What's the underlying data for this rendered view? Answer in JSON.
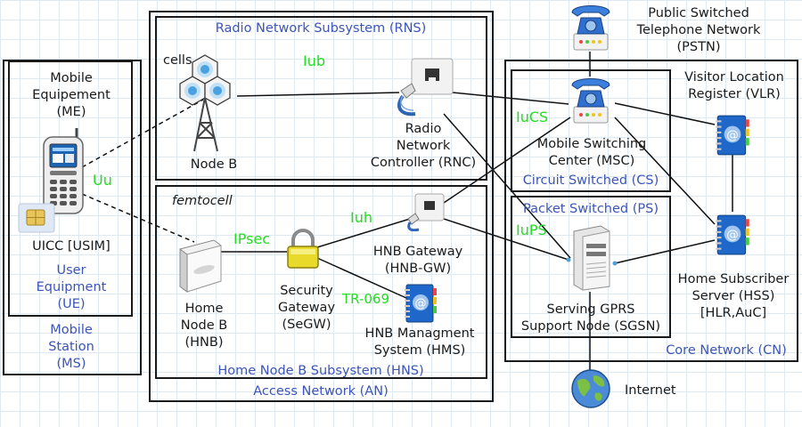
{
  "boxes": {
    "mobile_station": "Mobile\nStation\n(MS)",
    "user_equipment": "User\nEquipment\n(UE)",
    "access_network": "Access Network (AN)",
    "rns": "Radio Network Subsystem (RNS)",
    "hns": "Home Node B Subsystem (HNS)",
    "core_network": "Core Network (CN)",
    "circuit_switched": "Circuit Switched (CS)",
    "packet_switched": "Packet Switched (PS)"
  },
  "nodes": {
    "mobile_equipment": "Mobile\nEquipement\n(ME)",
    "uicc": "UICC [USIM]",
    "cells": "cells",
    "node_b": "Node B",
    "rnc": "Radio\nNetwork\nController (RNC)",
    "femtocell": "femtocell",
    "hnb": "Home\nNode B\n(HNB)",
    "segw": "Security\nGateway\n(SeGW)",
    "hnb_gw": "HNB Gateway\n(HNB-GW)",
    "hms": "HNB Managment\nSystem (HMS)",
    "msc": "Mobile Switching\nCenter (MSC)",
    "sgsn": "Serving GPRS\nSupport Node (SGSN)",
    "vlr": "Visitor Location\nRegister (VLR)",
    "hss": "Home Subscriber\nServer (HSS)\n[HLR,AuC]",
    "pstn": "Public Switched\nTelephone Network\n(PSTN)",
    "internet": "Internet"
  },
  "interfaces": {
    "uu": "Uu",
    "iub": "Iub",
    "iucs": "IuCS",
    "iuh": "Iuh",
    "ipsec": "IPsec",
    "iups": "IuPS",
    "tr069": "TR-069"
  },
  "colors": {
    "box_label": "#3b55b8",
    "interface_label": "#22dd22",
    "phone_blue": "#2f6fd0",
    "book_blue": "#1f67c8",
    "lock_yellow": "#e8d92a"
  }
}
